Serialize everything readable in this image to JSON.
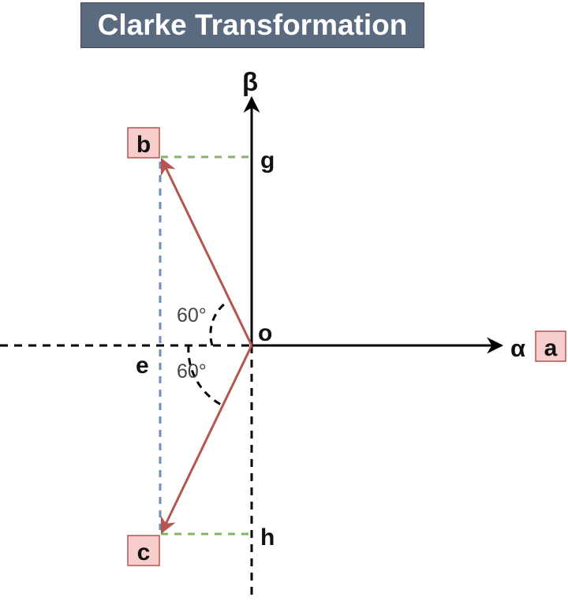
{
  "title": "Clarke Transformation",
  "labels": {
    "beta": "β",
    "alpha": "α",
    "origin": "o",
    "g": "g",
    "h": "h",
    "e": "e"
  },
  "boxes": {
    "a": "a",
    "b": "b",
    "c": "c"
  },
  "angles": {
    "upper": "60°",
    "lower": "60°"
  },
  "colors": {
    "title_bg": "#5a6b80",
    "box_fill": "#f8cecc",
    "box_stroke": "#b85450",
    "vector": "#b85450",
    "green_dashed": "#82b366",
    "blue_dashed": "#6c8ebf",
    "axis": "#000000"
  }
}
